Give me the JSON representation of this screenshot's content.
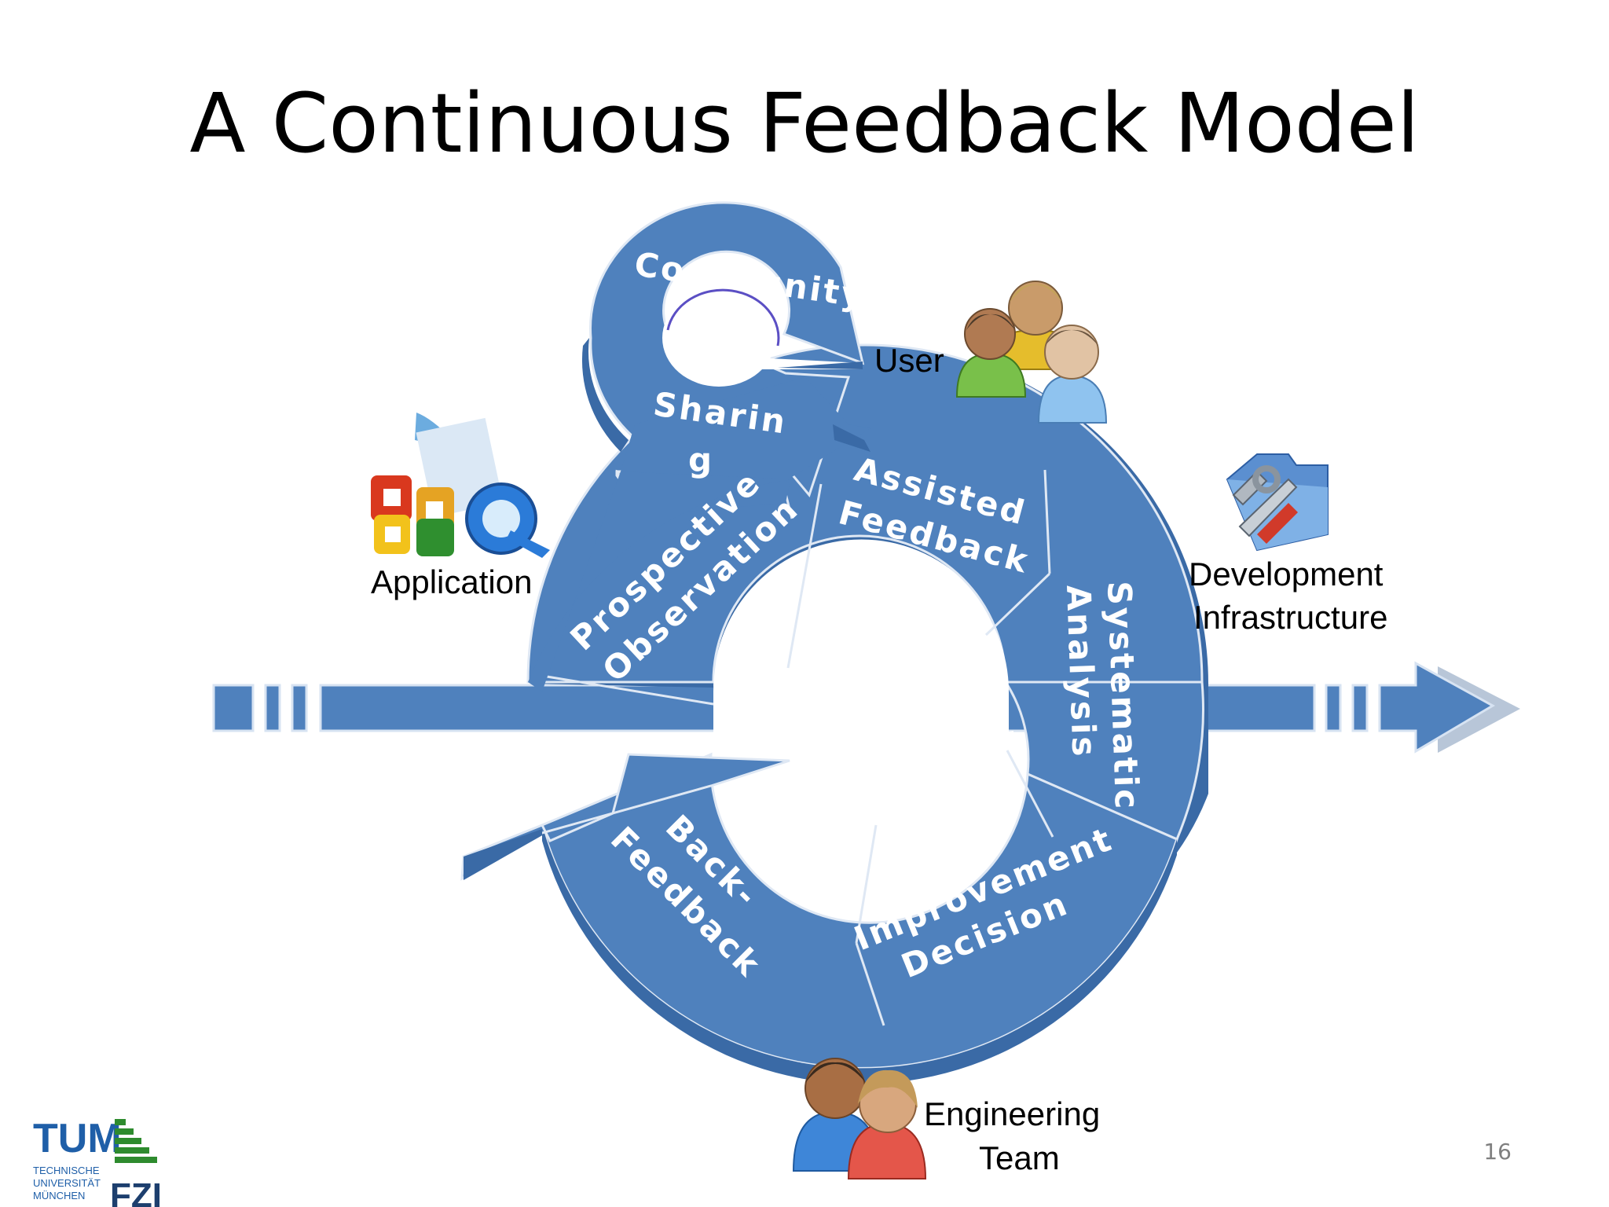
{
  "slide": {
    "title": "A Continuous Feedback Model",
    "page_number": "16"
  },
  "stages": {
    "community": "Community",
    "sharing_line1": "Sharin",
    "sharing_line2": "g",
    "assisted_line1": "Assisted",
    "assisted_line2": "Feedback",
    "prospective_line1": "Prospective",
    "prospective_line2": "Observation",
    "systematic_line1": "Systematic",
    "systematic_line2": "Analysis",
    "backfeedback_line1": "Back-",
    "backfeedback_line2": "Feedback",
    "improvement_line1": "Improvement",
    "improvement_line2": "Decision"
  },
  "actors": {
    "user": "User",
    "application": "Application",
    "dev_line1": "Development",
    "dev_line2": "Infrastructure",
    "eng_line1": "Engineering",
    "eng_line2": "Team"
  },
  "logos": {
    "tum": "TUM",
    "tum_line1": "TECHNISCHE",
    "tum_line2": "UNIVERSITÄT",
    "tum_line3": "MÜNCHEN",
    "fzi": "FZI"
  },
  "colors": {
    "primary_blue": "#4f81bd",
    "dark_blue": "#3a6aa6",
    "edge_blue": "#c9d9ee"
  }
}
